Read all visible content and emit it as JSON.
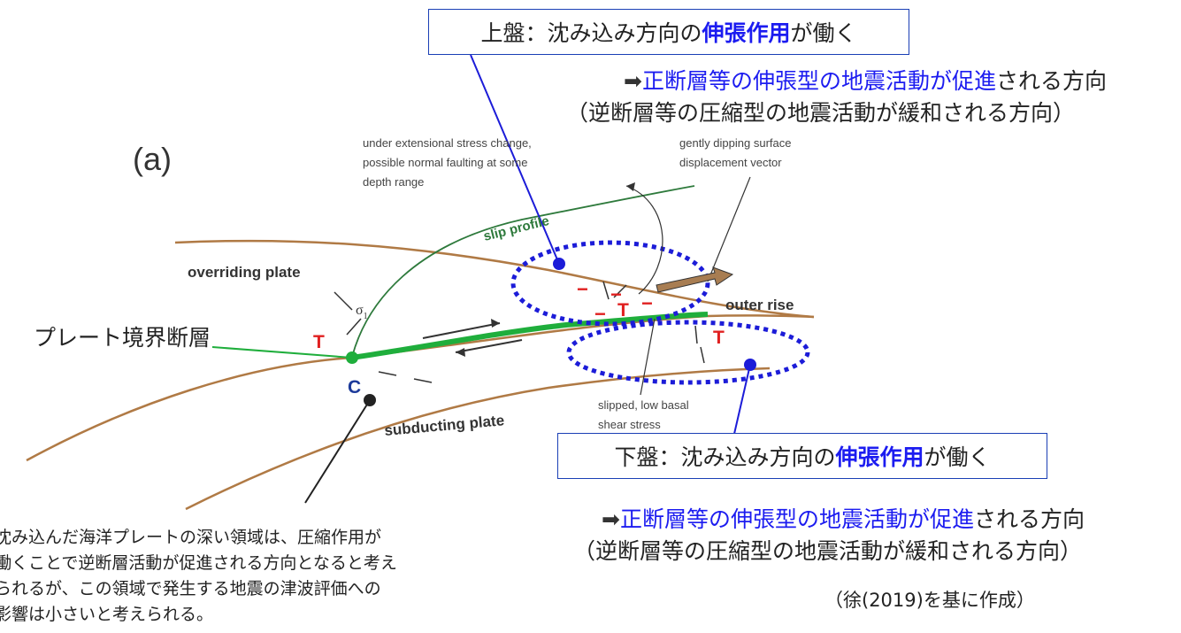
{
  "upper_box": {
    "prefix": "上盤：沈み込み方向の",
    "emphasis": "伸張作用",
    "suffix": "が働く"
  },
  "upper_note": {
    "arrow": "➡",
    "line1_blue": "正断層等の伸張型の地震活動が促進",
    "line1_rest": "される方向",
    "line2": "（逆断層等の圧縮型の地震活動が緩和される方向）"
  },
  "lower_box": {
    "prefix": "下盤：沈み込み方向の",
    "emphasis": "伸張作用",
    "suffix": "が働く"
  },
  "lower_note": {
    "arrow": "➡",
    "line1_blue": "正断層等の伸張型の地震活動が促進",
    "line1_rest": "される方向",
    "line2": "（逆断層等の圧縮型の地震活動が緩和される方向）"
  },
  "fault_label": "プレート境界断層",
  "bottom_note": [
    "沈み込んだ海洋プレートの深い領域は、圧縮作用が",
    "働くことで逆断層活動が促進される方向となると考え",
    "られるが、この領域で発生する地震の津波評価への",
    "影響は小さいと考えられる。"
  ],
  "source": "（徐(2019)を基に作成）",
  "figure": {
    "panel": "(a)",
    "annot_extensional": [
      "under extensional stress change,",
      "possible normal faulting at some",
      "depth range"
    ],
    "annot_surface": [
      "gently dipping surface",
      "displacement vector"
    ],
    "slip_profile": "slip profile",
    "overriding_plate": "overriding plate",
    "sigma": "σ",
    "sigma_sub": "1",
    "outer_rise": "outer rise",
    "subducting_plate": "subducting plate",
    "annot_slipped": [
      "slipped, low basal",
      "shear stress"
    ],
    "T": "T",
    "C": "C",
    "minus": "−"
  },
  "colors": {
    "plate": "#b07a45",
    "fault": "#1fae3c",
    "slip": "#2e7a3c",
    "ellipse": "#1c1cd8",
    "blue_text": "#1c1cf0",
    "red": "#e02020",
    "box_border": "#1a3fb5"
  }
}
